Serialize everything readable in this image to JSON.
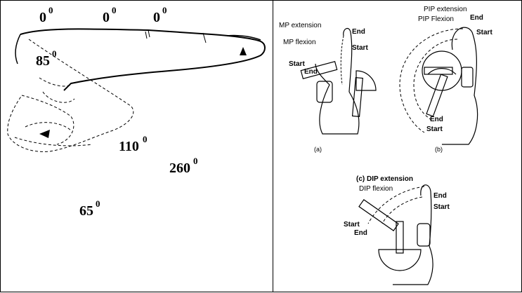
{
  "left_panel": {
    "angles": [
      {
        "value": "0",
        "exp": "0"
      },
      {
        "value": "0",
        "exp": "0"
      },
      {
        "value": "0",
        "exp": "0"
      },
      {
        "value": "85",
        "exp": "0"
      },
      {
        "value": "110",
        "exp": "0"
      },
      {
        "value": "260",
        "exp": "0"
      },
      {
        "value": "65",
        "exp": "0"
      }
    ]
  },
  "right_panel": {
    "a": {
      "caption": "(a)",
      "labels": {
        "mp_extension": "MP extension",
        "mp_flexion": "MP flexion",
        "end_top": "End",
        "start_top": "Start",
        "start_left": "Start",
        "end_left": "End"
      }
    },
    "b": {
      "caption": "(b)",
      "labels": {
        "pip_extension": "PIP extension",
        "pip_flexion": "PIP Flexion",
        "end_top": "End",
        "start_top": "Start",
        "end_bottom": "End",
        "start_bottom": "Start"
      }
    },
    "c": {
      "caption": "(c) DIP extension",
      "labels": {
        "dip_flexion": "DIP flexion",
        "end_top": "End",
        "start_top": "Start",
        "start_left": "Start",
        "end_left": "End"
      }
    }
  }
}
